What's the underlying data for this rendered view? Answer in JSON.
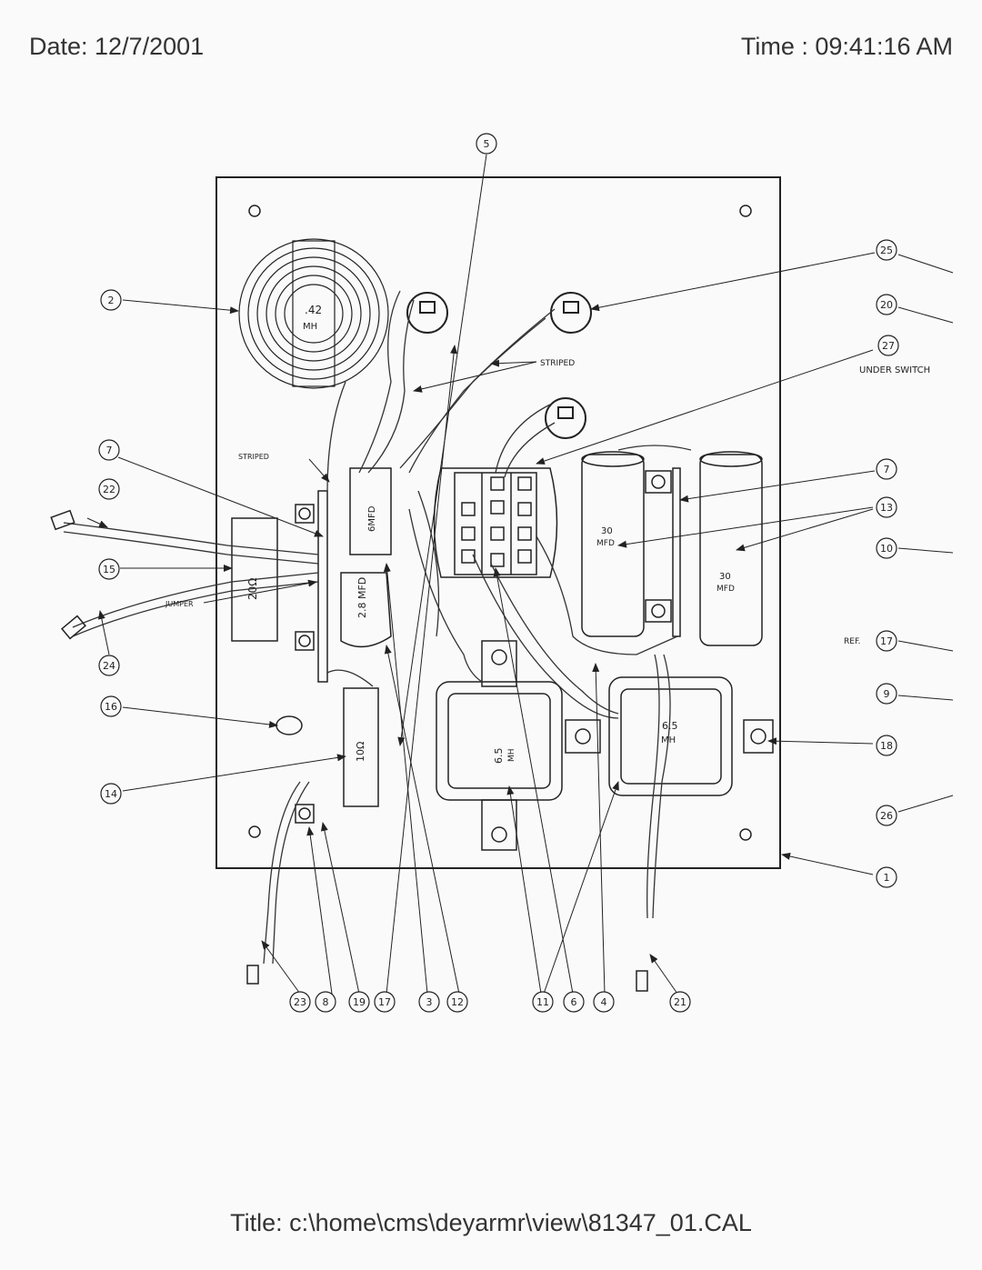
{
  "header": {
    "date": "Date: 12/7/2001",
    "time": "Time : 09:41:16 AM"
  },
  "footer": {
    "title": "Title: c:\\home\\cms\\deyarmr\\view\\81347_01.CAL"
  },
  "labels": {
    "striped_top": "STRIPED",
    "striped_left": "STRIPED",
    "jumper": "JUMPER",
    "under_switch": "UNDER SWITCH",
    "ref": "REF."
  },
  "components": {
    "coil_value": ".42",
    "coil_unit": "MH",
    "cap_6mfd": "6MFD",
    "cap_2_8mfd": "2.8 MFD",
    "res_20": "20Ω",
    "res_10": "10Ω",
    "cap_30a_value": "30",
    "cap_30a_unit": "MFD",
    "cap_30b_value": "30",
    "cap_30b_unit": "MFD",
    "ind_a_value": "6.5",
    "ind_a_unit": "MH",
    "ind_b_value": "6.5",
    "ind_b_unit": "MH"
  },
  "callouts": {
    "c5": "5",
    "c2": "2",
    "c25": "25",
    "c20": "20",
    "c27": "27",
    "c7l": "7",
    "c22": "22",
    "c15": "15",
    "c24": "24",
    "c16": "16",
    "c14": "14",
    "c7r": "7",
    "c13": "13",
    "c10": "10",
    "c17r": "17",
    "c9": "9",
    "c18": "18",
    "c26": "26",
    "c1": "1",
    "c23": "23",
    "c8": "8",
    "c19": "19",
    "c17b": "17",
    "c3": "3",
    "c12": "12",
    "c11": "11",
    "c6": "6",
    "c4": "4",
    "c21": "21"
  }
}
